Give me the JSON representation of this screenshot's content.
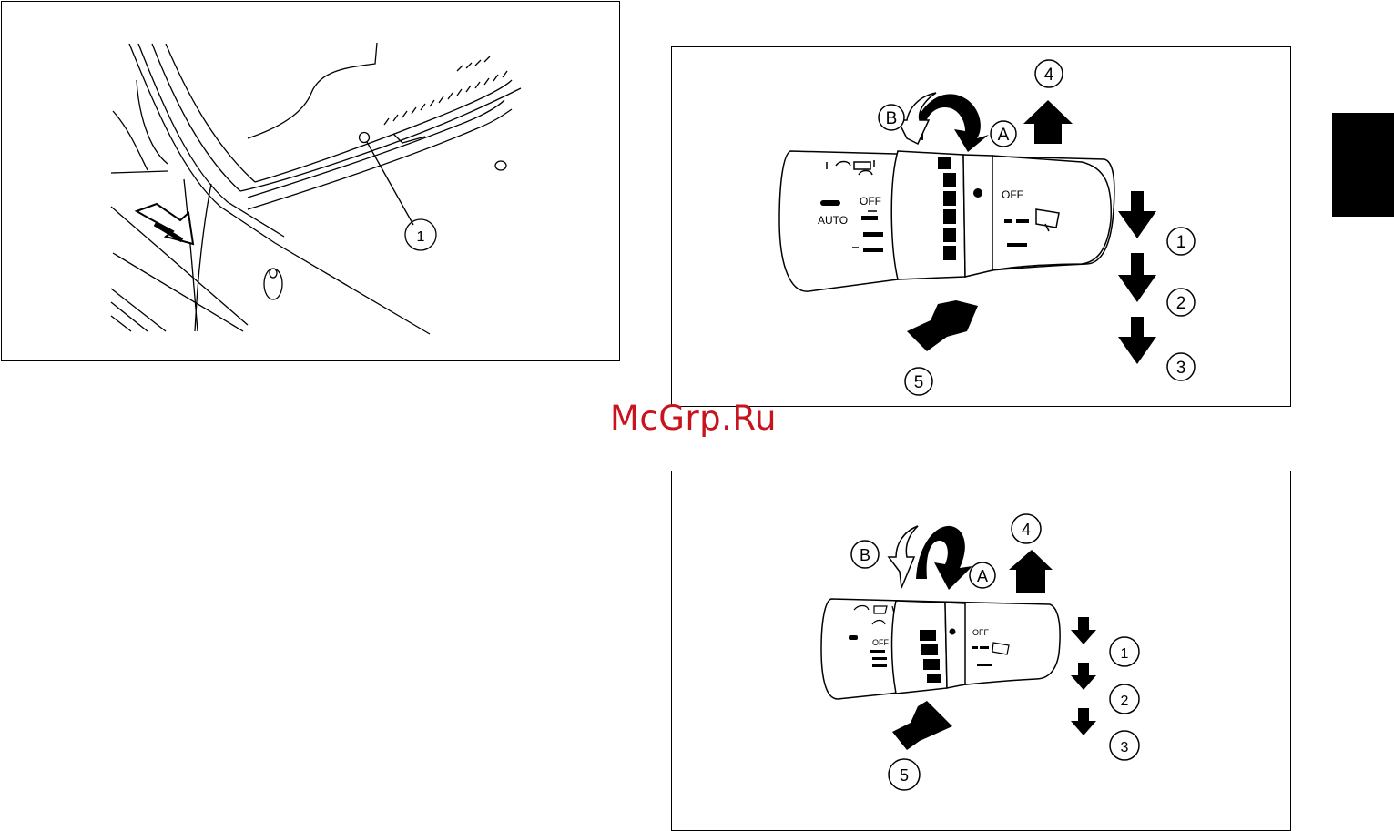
{
  "watermark": "McGrp.Ru",
  "figure_windshield": {
    "callout": "1"
  },
  "figure_wiper_auto": {
    "letters": {
      "b": "B",
      "a": "A"
    },
    "numbers": {
      "n1": "1",
      "n2": "2",
      "n3": "3",
      "n4": "4",
      "n5": "5"
    },
    "switch": {
      "off_left": "OFF",
      "auto": "AUTO",
      "off_right": "OFF"
    }
  },
  "figure_wiper_standard": {
    "letters": {
      "b": "B",
      "a": "A"
    },
    "numbers": {
      "n1": "1",
      "n2": "2",
      "n3": "3",
      "n4": "4",
      "n5": "5"
    },
    "switch": {
      "off_left": "OFF",
      "off_right": "OFF"
    }
  },
  "colors": {
    "line": "#000000",
    "watermark": "#c8141e",
    "tab": "#000000"
  }
}
